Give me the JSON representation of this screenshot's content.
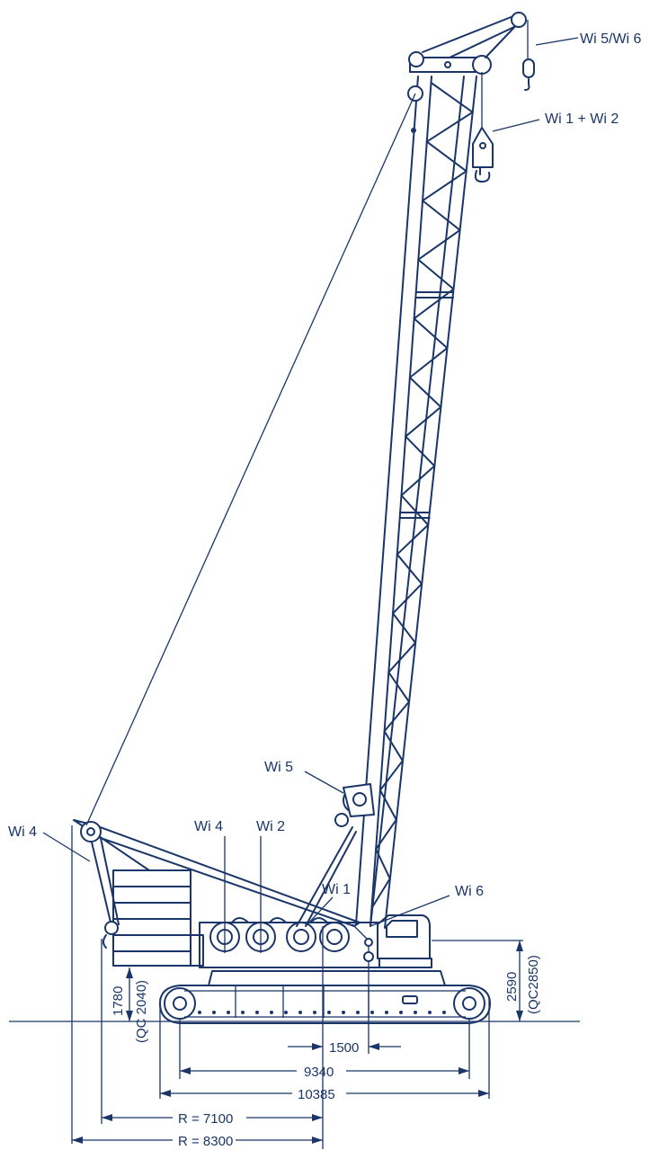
{
  "colors": {
    "line": "#1a3668",
    "background": "#ffffff"
  },
  "labels": {
    "wi56": "Wi 5/Wi 6",
    "wi12": "Wi 1 + Wi 2",
    "wi5": "Wi 5",
    "wi4_left": "Wi 4",
    "wi4": "Wi 4",
    "wi2": "Wi 2",
    "wi1": "Wi 1",
    "wi6": "Wi 6"
  },
  "dimensions": {
    "h1780": "1780",
    "h1780_qc": "(QC 2040)",
    "h2590": "2590",
    "h2590_qc": "(QC2850)",
    "d1500": "1500",
    "d9340": "9340",
    "d10385": "10385",
    "r7100": "R = 7100",
    "r8300": "R = 8300"
  }
}
